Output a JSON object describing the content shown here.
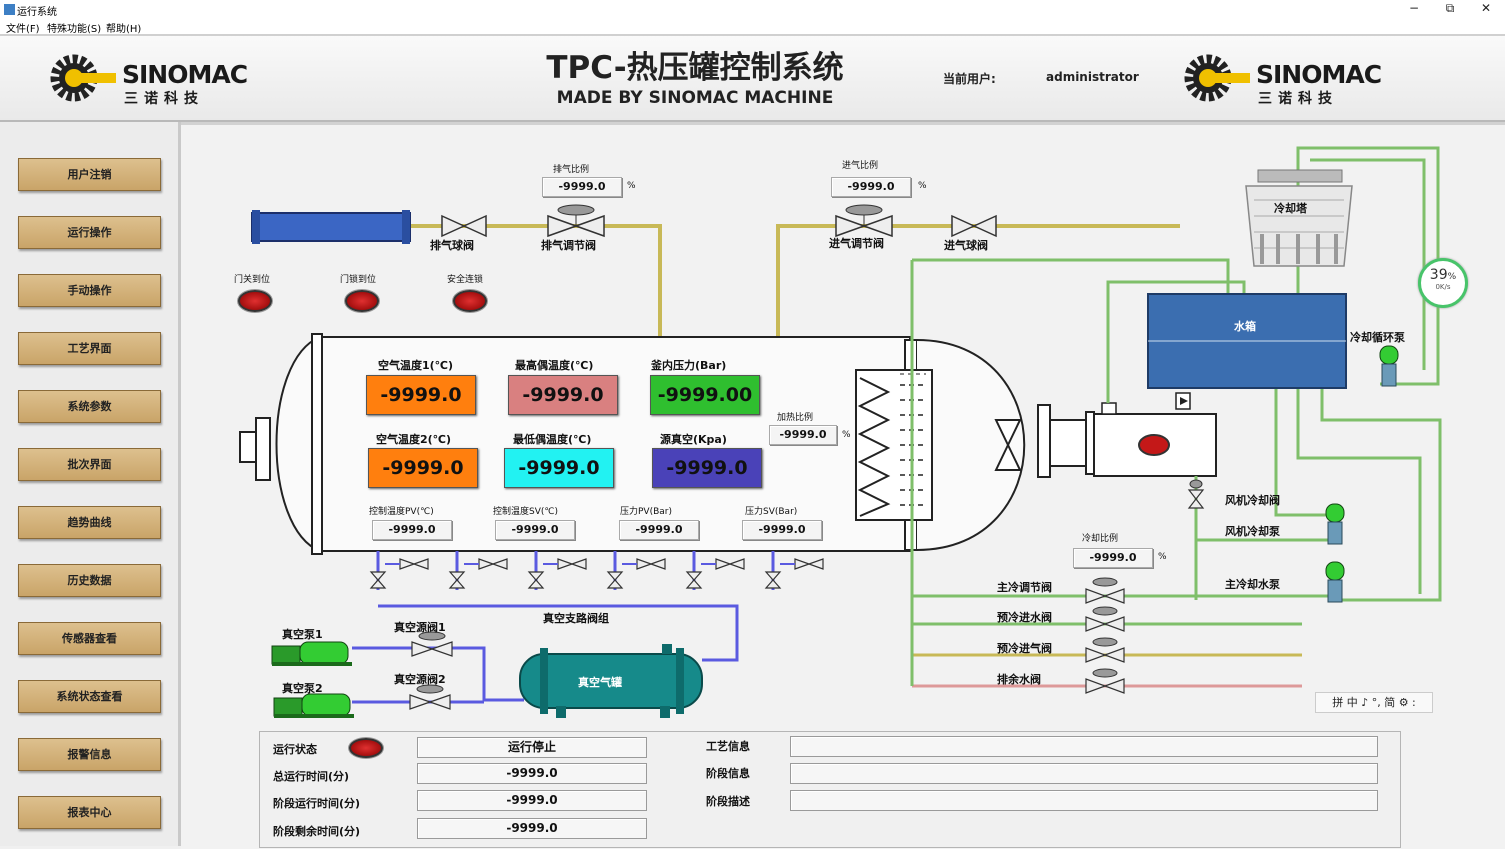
{
  "window": {
    "title": "运行系统",
    "minimize": "−",
    "maximize": "⧉",
    "close": "✕"
  },
  "menu": {
    "file": "文件(F)",
    "special": "特殊功能(S)",
    "help": "帮助(H)"
  },
  "header": {
    "logo_word": "SINOMAC",
    "logo_sub": "三诺科技",
    "title": "TPC-热压罐控制系统",
    "subtitle": "MADE BY SINOMAC MACHINE",
    "user_label": "当前用户:",
    "user_value": "administrator"
  },
  "sidebar": {
    "items": [
      "用户注销",
      "运行操作",
      "手动操作",
      "工艺界面",
      "系统参数",
      "批次界面",
      "趋势曲线",
      "历史数据",
      "传感器查看",
      "系统状态查看",
      "报警信息",
      "报表中心"
    ]
  },
  "process": {
    "exhaust_ratio_label": "排气比例",
    "exhaust_ratio_value": "-9999.0",
    "intake_ratio_label": "进气比例",
    "intake_ratio_value": "-9999.0",
    "percent": "%",
    "exhaust_ball_valve": "排气球阀",
    "exhaust_reg_valve": "排气调节阀",
    "intake_reg_valve": "进气调节阀",
    "intake_ball_valve": "进气球阀",
    "door_closed": "门关到位",
    "door_locked": "门锁到位",
    "safety_lock": "安全连锁",
    "air_temp1_label": "空气温度1(℃)",
    "air_temp1_value": "-9999.0",
    "max_couple_label": "最高偶温度(℃)",
    "max_couple_value": "-9999.0",
    "pressure_label": "釜内压力(Bar)",
    "pressure_value": "-9999.00",
    "air_temp2_label": "空气温度2(℃)",
    "air_temp2_value": "-9999.0",
    "min_couple_label": "最低偶温度(℃)",
    "min_couple_value": "-9999.0",
    "vacuum_src_label": "源真空(Kpa)",
    "vacuum_src_value": "-9999.0",
    "ctrl_temp_pv_label": "控制温度PV(℃)",
    "ctrl_temp_pv_value": "-9999.0",
    "ctrl_temp_sv_label": "控制温度SV(℃)",
    "ctrl_temp_sv_value": "-9999.0",
    "pressure_pv_label": "压力PV(Bar)",
    "pressure_pv_value": "-9999.0",
    "pressure_sv_label": "压力SV(Bar)",
    "pressure_sv_value": "-9999.0",
    "heat_ratio_label": "加热比例",
    "heat_ratio_value": "-9999.0",
    "cool_ratio_label": "冷却比例",
    "cool_ratio_value": "-9999.0",
    "vacuum_branch": "真空支路阀组",
    "vacuum_pump1": "真空泵1",
    "vacuum_pump2": "真空泵2",
    "vacuum_valve1": "真空源阀1",
    "vacuum_valve2": "真空源阀2",
    "vacuum_tank": "真空气罐",
    "cooling_tower": "冷却塔",
    "water_tank": "水箱",
    "cool_circ_pump": "冷却循环泵",
    "fan_cool_valve": "风机冷却阀",
    "fan_cool_pump": "风机冷却泵",
    "main_cool_pump": "主冷却水泵",
    "main_cool_reg": "主冷调节阀",
    "precool_water": "预冷进水阀",
    "precool_air": "预冷进气阀",
    "drain_valve": "排余水阀"
  },
  "gauge": {
    "percent": "39",
    "unit": "%",
    "rate": "0K/s"
  },
  "ime": {
    "text": "拼 中 ♪ °, 简 ⚙ :"
  },
  "info": {
    "run_state_label": "运行状态",
    "run_state_value": "运行停止",
    "total_time_label": "总运行时间(分)",
    "total_time_value": "-9999.0",
    "stage_time_label": "阶段运行时间(分)",
    "stage_time_value": "-9999.0",
    "stage_remain_label": "阶段剩余时间(分)",
    "stage_remain_value": "-9999.0",
    "process_info_label": "工艺信息",
    "process_info_value": "",
    "stage_info_label": "阶段信息",
    "stage_info_value": "",
    "stage_desc_label": "阶段描述",
    "stage_desc_value": ""
  },
  "colors": {
    "air_temp1": "#ff7f0e",
    "max_couple": "#d98080",
    "pressure": "#2fbf2f",
    "air_temp2": "#ff7f0e",
    "min_couple": "#22f2f2",
    "vacuum_src": "#4a42b8",
    "nav_button": "#cfa96d",
    "pipe_green": "#7fbf6a",
    "pipe_yellow": "#c8b957",
    "pipe_blue": "#5a5ae0",
    "water_tank": "#3b6eb0"
  }
}
